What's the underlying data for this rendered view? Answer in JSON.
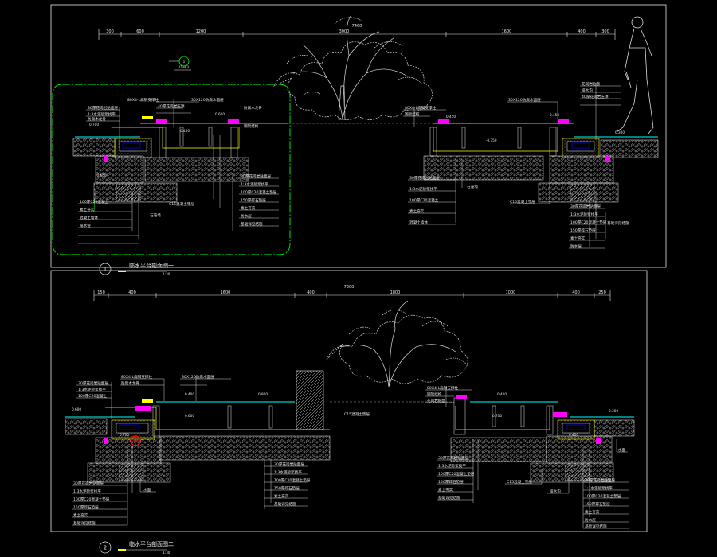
{
  "colors": {
    "background": "#000000",
    "frame": "#e8e8e8",
    "green": "#00ff00",
    "yellow": "#ffff00",
    "cyan": "#00ffff",
    "magenta": "#ff00ff",
    "red": "#ff0000",
    "blue": "#0000ff",
    "grey": "#a0a0a0"
  },
  "section1": {
    "number": "1",
    "title": "临水平台剖面图一",
    "scale": "1:30",
    "total_dim": "7460",
    "dims": [
      "300",
      "600",
      "1200",
      "3000",
      "1600",
      "400",
      "300"
    ],
    "callout_number": "1",
    "callout_ref": "LT-B.3",
    "levels": {
      "l1": "0.700",
      "l2": "0.450",
      "l3": "-0.650",
      "l4": "0.600",
      "l5": "-0.750",
      "l6": "0.450",
      "l7": "0.300"
    },
    "left_labels": [
      "30厚花岗岩贴面层",
      "1:3水泥砂浆找平",
      "防腐木龙骨",
      "100厚C20混凝土",
      "素土夯实",
      "混凝土墙体",
      "排水管"
    ],
    "mid_labels": [
      "80X4-L扁钢支撑柱",
      "40厚花岗岩压顶",
      "30X120防腐木面层",
      "防腐木龙骨",
      "钢架结构"
    ],
    "stack_labels": [
      "30厚花岗岩贴面层",
      "1:3水泥砂浆找平",
      "100厚C20混凝土垫层",
      "150厚碎石垫层",
      "素土夯实",
      "防水层",
      "基础详见结施"
    ],
    "right_top": [
      "80X4-L扁钢支撑柱",
      "钢架结构",
      "花岗岩贴面",
      "排水沟"
    ],
    "right_mid": [
      "C15混凝土垫层",
      "石笼墙"
    ],
    "right_stack": [
      "30厚花岗岩贴面层",
      "1:3水泥砂浆找平",
      "100厚C20混凝土垫层",
      "150厚碎石垫层",
      "素土夯实",
      "防水层",
      "基础详见结施"
    ]
  },
  "section2": {
    "number": "2",
    "title": "临水平台剖面图二",
    "scale": "1:30",
    "total_dim": "7300",
    "dims": [
      "150",
      "400",
      "1600",
      "400",
      "1800",
      "1000",
      "400",
      "250"
    ],
    "levels": {
      "l1": "0.600",
      "l2": "0.400",
      "l3": "0.800",
      "l4": "0.600",
      "l5": "0.700",
      "l6": "0.400",
      "l7": "0.700",
      "l8": "0.400",
      "l9": "0.300"
    },
    "left_labels": [
      "30厚花岗岩贴面层",
      "1:3水泥砂浆找平",
      "100厚C20混凝土",
      "素土夯实"
    ],
    "mid_labels": [
      "80X4-L扁钢支撑柱",
      "30X120防腐木面层",
      "防腐木龙骨"
    ],
    "left_stack": [
      "30厚花岗岩贴面层",
      "1:3水泥砂浆找平",
      "100厚C20混凝土垫层",
      "150厚碎石垫层",
      "素土夯实",
      "防水层",
      "基础详见结施"
    ],
    "center_stack": [
      "30厚花岗岩贴面层",
      "1:3水泥砂浆找平",
      "100厚C20混凝土垫层",
      "150厚碎石垫层",
      "素土夯实",
      "基础详见结施"
    ],
    "right_top": [
      "80X4-L扁钢支撑柱",
      "钢架结构",
      "花岗岩贴面"
    ],
    "right_stack": [
      "30厚花岗岩贴面层",
      "1:3水泥砂浆找平",
      "100厚C20混凝土垫层",
      "150厚碎石垫层",
      "素土夯实",
      "防水层",
      "基础详见结施"
    ],
    "side_note_left": "水面",
    "side_note_right": "排水沟",
    "side_note_mid": "C15混凝土垫层"
  }
}
